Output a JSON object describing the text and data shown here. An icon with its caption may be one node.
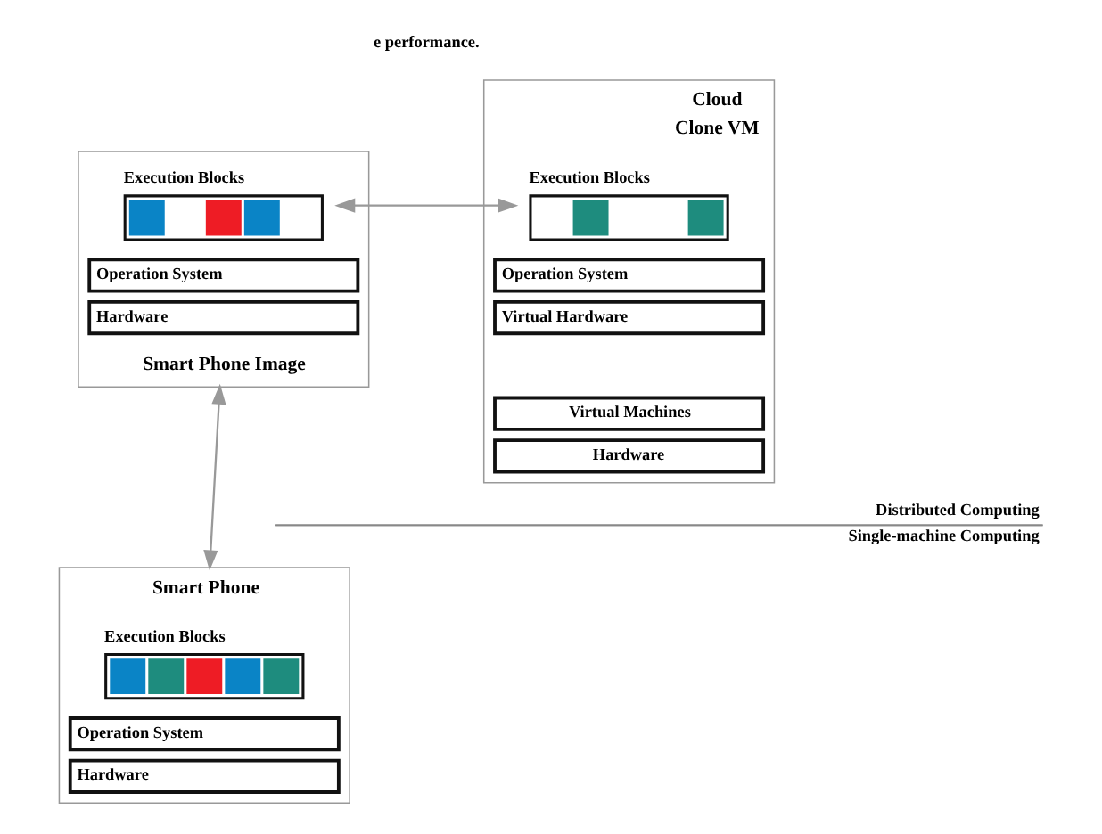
{
  "diagram": {
    "nodes": [
      {
        "text": [
          "Smart Phone Image"
        ]
      },
      {
        "text": [
          "Execution Blocks"
        ],
        "in": 0
      },
      {
        "text": [
          "Operation System"
        ],
        "in": 0
      },
      {
        "text": [
          "Hardware"
        ],
        "in": 0
      },
      {
        "text": [
          "Cloud",
          "Clone VM"
        ]
      },
      {
        "text": [
          "Execution Blocks"
        ],
        "in": 4
      },
      {
        "text": [
          "Operation System"
        ],
        "in": 4
      },
      {
        "text": [
          "Virtual Hardware"
        ],
        "in": 4
      },
      {
        "text": [
          "Virtual Machines"
        ],
        "in": 4
      },
      {
        "text": [
          "Hardware"
        ],
        "in": 4
      },
      {
        "text": [
          "Smart Phone"
        ]
      },
      {
        "text": [
          "Execution Blocks"
        ],
        "in": 10
      },
      {
        "text": [
          "Operation System"
        ],
        "in": 10
      },
      {
        "text": [
          "Hardware"
        ],
        "in": 10
      }
    ],
    "edges": [
      {
        "from": 1,
        "to": 5,
        "arrow": "both"
      },
      {
        "from": 0,
        "to": 10,
        "arrow": "both"
      }
    ],
    "labels": [
      "e performance.",
      "Distributed Computing",
      "Single-machine Computing"
    ]
  }
}
